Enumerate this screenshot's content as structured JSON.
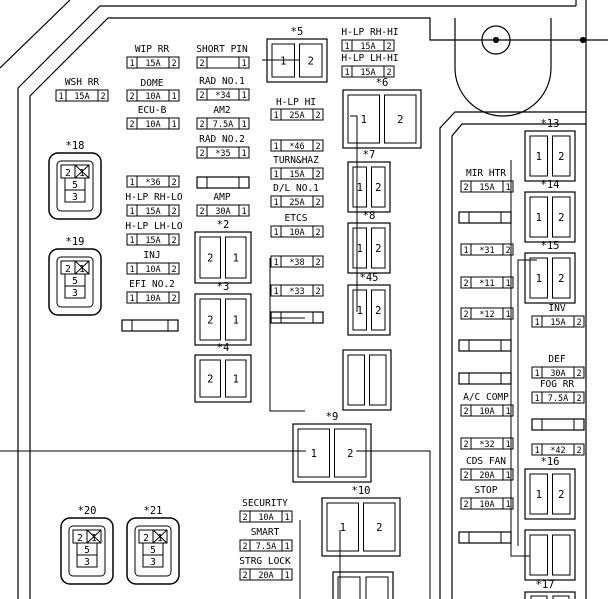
{
  "fuses": [
    {
      "id": "wip_rr",
      "name": "WIP RR",
      "l": "1",
      "v": "15A",
      "r": "2"
    },
    {
      "id": "short_pin",
      "name": "SHORT PIN",
      "l": "2",
      "v": "",
      "r": "1"
    },
    {
      "id": "dome",
      "name": "DOME",
      "l": "2",
      "v": "10A",
      "r": "1"
    },
    {
      "id": "rad1",
      "name": "RAD NO.1",
      "l": "2",
      "v": "*34",
      "r": "1"
    },
    {
      "id": "wsh_rr",
      "name": "WSH RR",
      "l": "1",
      "v": "15A",
      "r": "2"
    },
    {
      "id": "ecub",
      "name": "ECU-B",
      "l": "2",
      "v": "10A",
      "r": "1"
    },
    {
      "id": "am2",
      "name": "AM2",
      "l": "2",
      "v": "7.5A",
      "r": "1"
    },
    {
      "id": "rad2",
      "name": "RAD NO.2",
      "l": "2",
      "v": "*35",
      "r": "1"
    },
    {
      "id": "hlp_hi",
      "name": "H-LP HI",
      "l": "1",
      "v": "25A",
      "r": "2"
    },
    {
      "id": "f46",
      "name": "",
      "l": "1",
      "v": "*46",
      "r": "2"
    },
    {
      "id": "turn",
      "name": "TURN&HAZ",
      "l": "1",
      "v": "15A",
      "r": "2"
    },
    {
      "id": "dl1",
      "name": "D/L NO.1",
      "l": "1",
      "v": "25A",
      "r": "2"
    },
    {
      "id": "etcs",
      "name": "ETCS",
      "l": "1",
      "v": "10A",
      "r": "2"
    },
    {
      "id": "f38",
      "name": "",
      "l": "1",
      "v": "*38",
      "r": "2"
    },
    {
      "id": "f33",
      "name": "",
      "l": "1",
      "v": "*33",
      "r": "2"
    },
    {
      "id": "f36",
      "name": "",
      "l": "1",
      "v": "*36",
      "r": "2"
    },
    {
      "id": "hlp_rh_lo",
      "name": "H-LP RH-LO",
      "l": "1",
      "v": "15A",
      "r": "2"
    },
    {
      "id": "hlp_lh_lo",
      "name": "H-LP LH-LO",
      "l": "1",
      "v": "15A",
      "r": "2"
    },
    {
      "id": "inj",
      "name": "INJ",
      "l": "1",
      "v": "10A",
      "r": "2"
    },
    {
      "id": "efi2",
      "name": "EFI NO.2",
      "l": "1",
      "v": "10A",
      "r": "2"
    },
    {
      "id": "amp",
      "name": "AMP",
      "l": "2",
      "v": "30A",
      "r": "1"
    },
    {
      "id": "hlp_rh_hi",
      "name": "H-LP RH-HI",
      "l": "1",
      "v": "15A",
      "r": "2"
    },
    {
      "id": "hlp_lh_hi",
      "name": "H-LP LH-HI",
      "l": "1",
      "v": "15A",
      "r": "2"
    },
    {
      "id": "mir_htr",
      "name": "MIR HTR",
      "l": "2",
      "v": "15A",
      "r": "1"
    },
    {
      "id": "f31",
      "name": "",
      "l": "1",
      "v": "*31",
      "r": "2"
    },
    {
      "id": "f11",
      "name": "",
      "l": "2",
      "v": "*11",
      "r": "1"
    },
    {
      "id": "f12",
      "name": "",
      "l": "2",
      "v": "*12",
      "r": "1"
    },
    {
      "id": "inv",
      "name": "INV",
      "l": "1",
      "v": "15A",
      "r": "2"
    },
    {
      "id": "def",
      "name": "DEF",
      "l": "1",
      "v": "30A",
      "r": "2"
    },
    {
      "id": "fog_rr",
      "name": "FOG RR",
      "l": "1",
      "v": "7.5A",
      "r": "2"
    },
    {
      "id": "ac_comp",
      "name": "A/C COMP",
      "l": "2",
      "v": "10A",
      "r": "1"
    },
    {
      "id": "f32",
      "name": "",
      "l": "2",
      "v": "*32",
      "r": "1"
    },
    {
      "id": "f42",
      "name": "",
      "l": "1",
      "v": "*42",
      "r": "2"
    },
    {
      "id": "cds_fan",
      "name": "CDS FAN",
      "l": "2",
      "v": "20A",
      "r": "1"
    },
    {
      "id": "stop",
      "name": "STOP",
      "l": "2",
      "v": "10A",
      "r": "1"
    },
    {
      "id": "security",
      "name": "SECURITY",
      "l": "2",
      "v": "10A",
      "r": "1"
    },
    {
      "id": "smart",
      "name": "SMART",
      "l": "2",
      "v": "7.5A",
      "r": "1"
    },
    {
      "id": "strg_lock",
      "name": "STRG LOCK",
      "l": "2",
      "v": "20A",
      "r": "1"
    }
  ],
  "relays": [
    {
      "id": "r5",
      "name": "*5",
      "a": "1",
      "b": "2"
    },
    {
      "id": "r6",
      "name": "*6",
      "a": "1",
      "b": "2"
    },
    {
      "id": "r7",
      "name": "*7",
      "a": "1",
      "b": "2"
    },
    {
      "id": "r8",
      "name": "*8",
      "a": "1",
      "b": "2"
    },
    {
      "id": "r45",
      "name": "*45",
      "a": "1",
      "b": "2"
    },
    {
      "id": "r2",
      "name": "*2",
      "a": "2",
      "b": "1"
    },
    {
      "id": "r3",
      "name": "*3",
      "a": "2",
      "b": "1"
    },
    {
      "id": "r4",
      "name": "*4",
      "a": "2",
      "b": "1"
    },
    {
      "id": "r9",
      "name": "*9",
      "a": "1",
      "b": "2"
    },
    {
      "id": "r10",
      "name": "*10",
      "a": "1",
      "b": "2"
    },
    {
      "id": "r13",
      "name": "*13",
      "a": "1",
      "b": "2"
    },
    {
      "id": "r14",
      "name": "*14",
      "a": "1",
      "b": "2"
    },
    {
      "id": "r15",
      "name": "*15",
      "a": "1",
      "b": "2"
    },
    {
      "id": "r16",
      "name": "*16",
      "a": "1",
      "b": "2"
    }
  ],
  "relay_labels": {
    "r17": "*17"
  },
  "connectors": [
    {
      "id": "c18",
      "name": "*18",
      "p1": "2",
      "p2": "1",
      "p3": "5",
      "p4": "3"
    },
    {
      "id": "c19",
      "name": "*19",
      "p1": "2",
      "p2": "1",
      "p3": "5",
      "p4": "3"
    },
    {
      "id": "c20",
      "name": "*20",
      "p1": "2",
      "p2": "1",
      "p3": "5",
      "p4": "3"
    },
    {
      "id": "c21",
      "name": "*21",
      "p1": "2",
      "p2": "1",
      "p3": "5",
      "p4": "3"
    }
  ]
}
